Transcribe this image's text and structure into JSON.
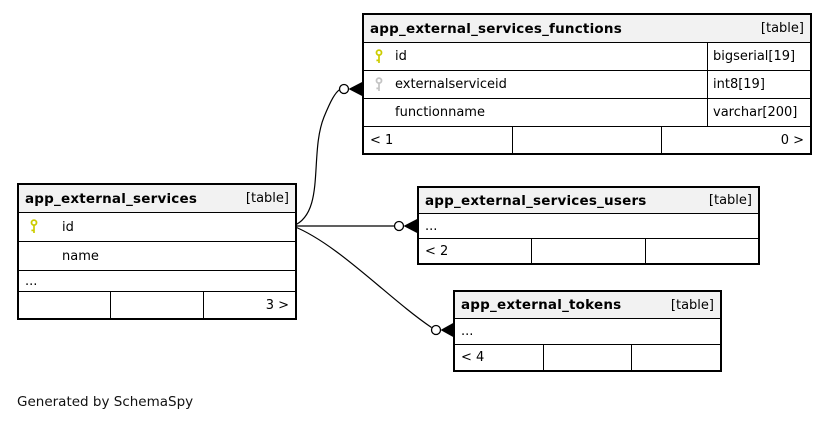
{
  "diagram": {
    "footer_note": "Generated by SchemaSpy"
  },
  "colors": {
    "primary_key": "#cccc00",
    "foreign_key": "#c4c4c4",
    "header_bg": "#f2f2f2",
    "border": "#000000"
  },
  "tables": [
    {
      "name": "app_external_services_functions",
      "tag": "[table]",
      "columns": [
        {
          "label": "id",
          "type": "bigserial[19]",
          "key": "primary"
        },
        {
          "label": "externalserviceid",
          "type": "int8[19]",
          "key": "foreign"
        },
        {
          "label": "functionname",
          "type": "varchar[200]",
          "key": "none"
        }
      ],
      "footer": {
        "left": "< 1",
        "mid": "",
        "right": "0 >"
      }
    },
    {
      "name": "app_external_services",
      "tag": "[table]",
      "columns": [
        {
          "label": "id",
          "key": "primary"
        },
        {
          "label": "name",
          "key": "none"
        },
        {
          "label": "...",
          "key": "ellipsis"
        }
      ],
      "footer": {
        "left": "",
        "mid": "",
        "right": "3 >"
      }
    },
    {
      "name": "app_external_services_users",
      "tag": "[table]",
      "columns": [
        {
          "label": "...",
          "key": "ellipsis"
        }
      ],
      "footer": {
        "left": "< 2",
        "mid": "",
        "right": ""
      }
    },
    {
      "name": "app_external_tokens",
      "tag": "[table]",
      "columns": [
        {
          "label": "...",
          "key": "ellipsis"
        }
      ],
      "footer": {
        "left": "< 4",
        "mid": "",
        "right": ""
      }
    }
  ],
  "relationships": [
    {
      "from": "app_external_services.id",
      "to": "app_external_services_functions.externalserviceid",
      "cardinality": "zero-or-many"
    },
    {
      "from": "app_external_services.id",
      "to": "app_external_services_users",
      "cardinality": "zero-or-many"
    },
    {
      "from": "app_external_services.id",
      "to": "app_external_tokens",
      "cardinality": "zero-or-many"
    }
  ]
}
